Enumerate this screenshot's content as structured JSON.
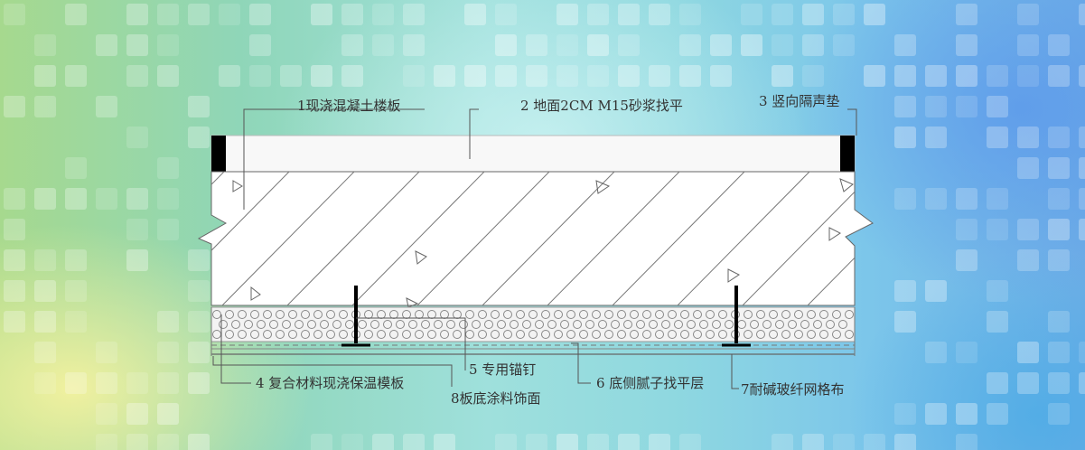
{
  "labels": {
    "l1": "1现浇混凝土楼板",
    "l2": "2 地面2CM M15砂浆找平",
    "l3": "3 竖向隔声垫",
    "l4": "4 复合材料现浇保温模板",
    "l5": "5 专用锚钉",
    "l6": "6 底侧腻子找平层",
    "l7": "7耐碱玻纤网格布",
    "l8": "8板底涂料饰面"
  },
  "colors": {
    "mortar": "#f8f8f8",
    "concrete": "#ffffff",
    "insulation": "#f3f3f3",
    "line": "#555555",
    "isolator": "#000000"
  }
}
